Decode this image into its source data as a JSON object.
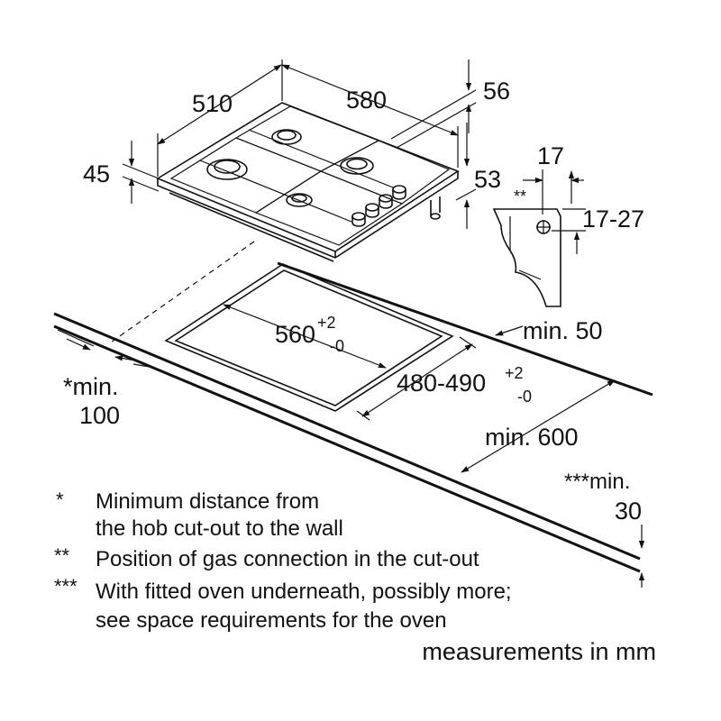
{
  "dimensions": {
    "hob_depth": "510",
    "hob_width": "580",
    "hob_top_offset": "56",
    "hob_height": "45",
    "hob_base_height": "53",
    "gas_offset": "17",
    "gas_marker": "**",
    "gas_range": "17-27",
    "worktop_edge": "min. 50",
    "cutout_width": "560",
    "cutout_width_tol_plus": "+2",
    "cutout_width_tol_minus": "-0",
    "cutout_depth": "480-490",
    "cutout_depth_tol_plus": "+2",
    "cutout_depth_tol_minus": "-0",
    "wall_distance_line1": "*min.",
    "wall_distance_line2": "100",
    "worktop_depth": "min. 600",
    "oven_gap_line1": "***min.",
    "oven_gap_line2": "30"
  },
  "notes": [
    {
      "mark": "*",
      "lines": [
        "Minimum distance from",
        "the hob cut-out to the wall"
      ]
    },
    {
      "mark": "**",
      "lines": [
        "Position of gas connection in the cut-out"
      ]
    },
    {
      "mark": "***",
      "lines": [
        "With fitted oven underneath, possibly more;",
        "see space requirements for the oven"
      ]
    }
  ],
  "units_label": "measurements in mm"
}
